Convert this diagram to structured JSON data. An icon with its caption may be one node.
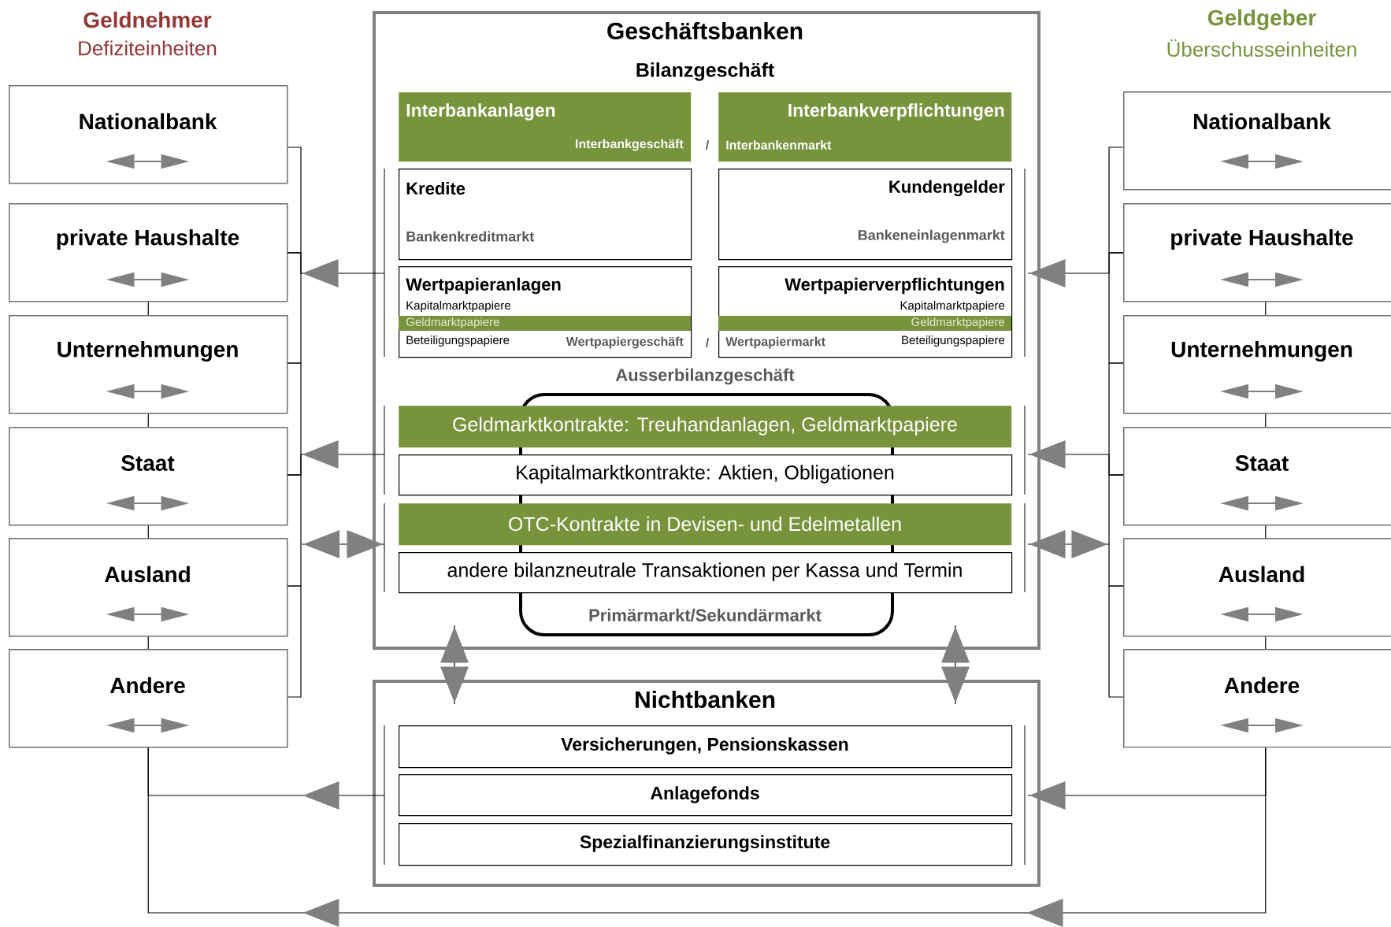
{
  "diagram": {
    "nodes": [
      {
        "text": [
          "Nationalbank"
        ]
      },
      {
        "text": [
          "private Haushalte"
        ]
      },
      {
        "text": [
          "Unternehmungen"
        ]
      },
      {
        "text": [
          "Staat"
        ]
      },
      {
        "text": [
          "Ausland"
        ]
      },
      {
        "text": [
          "Andere"
        ]
      },
      {
        "text": [
          "Geschäftsbanken",
          "Bilanzgeschäft"
        ]
      },
      {
        "text": [
          "Interbankanlagen",
          "Interbankgeschäft"
        ],
        "in": 6
      },
      {
        "text": [
          "Interbankverpflichtungen",
          "Interbankenmarkt"
        ],
        "in": 6
      },
      {
        "text": [
          "Kredite",
          "Bankenkreditmarkt"
        ],
        "in": 6
      },
      {
        "text": [
          "Kundengelder",
          "Bankeneinlagenmarkt"
        ],
        "in": 6
      },
      {
        "text": [
          "Wertpapieranlagen",
          "Kapitalmarktpapiere",
          "Geldmarktpapiere",
          "Beteiligungspapiere",
          "Wertpapiergeschäft"
        ],
        "in": 6
      },
      {
        "text": [
          "Wertpapierverpflichtungen",
          "Kapitalmarktpapiere",
          "Geldmarktpapiere",
          "Wertpapiermarkt",
          "Beteiligungspapiere"
        ],
        "in": 6
      },
      {
        "text": [
          "Ausserbilanzgeschäft",
          "Primärmarkt/Sekundärmarkt"
        ],
        "in": 6
      },
      {
        "text": [
          "Geldmarktkontrakte: Treuhandanlagen, Geldmarktpapiere"
        ],
        "in": 6
      },
      {
        "text": [
          "Kapitalmarktkontrakte: Aktien, Obligationen"
        ],
        "in": 6
      },
      {
        "text": [
          "OTC-Kontrakte in Devisen- und Edelmetallen"
        ],
        "in": 6
      },
      {
        "text": [
          "andere bilanzneutrale Transaktionen per Kassa und Termin"
        ],
        "in": 6
      },
      {
        "text": [
          "Nichtbanken"
        ]
      },
      {
        "text": [
          "Versicherungen, Pensionskassen"
        ],
        "in": 18
      },
      {
        "text": [
          "Anlagefonds"
        ],
        "in": 18
      },
      {
        "text": [
          "Spezialfinanzierungsinstitute"
        ],
        "in": 18
      },
      {
        "text": [
          "Nationalbank"
        ]
      },
      {
        "text": [
          "private Haushalte"
        ]
      },
      {
        "text": [
          "Unternehmungen"
        ]
      },
      {
        "text": [
          "Staat"
        ]
      },
      {
        "text": [
          "Ausland"
        ]
      },
      {
        "text": [
          "Andere"
        ]
      }
    ],
    "edges": [
      {
        "from": 6,
        "to": 1,
        "arrow": "to"
      },
      {
        "from": 6,
        "to": 3,
        "arrow": "to"
      },
      {
        "from": 6,
        "to": 4,
        "arrow": "both"
      },
      {
        "from": 18,
        "to": 5,
        "arrow": "to"
      },
      {
        "from": 23,
        "to": 6,
        "arrow": "to"
      },
      {
        "from": 25,
        "to": 6,
        "arrow": "to"
      },
      {
        "from": 26,
        "to": 6,
        "arrow": "both"
      },
      {
        "from": 27,
        "to": 18,
        "arrow": "to"
      },
      {
        "from": 27,
        "to": 5,
        "arrow": "to"
      },
      {
        "from": 6,
        "to": 18,
        "arrow": "both"
      },
      {
        "from": 6,
        "to": 18,
        "arrow": "both"
      },
      {
        "from": 0,
        "to": 1,
        "arrow": "none"
      },
      {
        "from": 1,
        "to": 2,
        "arrow": "none"
      },
      {
        "from": 2,
        "to": 3,
        "arrow": "none"
      },
      {
        "from": 3,
        "to": 4,
        "arrow": "none"
      },
      {
        "from": 4,
        "to": 5,
        "arrow": "none"
      },
      {
        "from": 1,
        "to": 2,
        "arrow": "none"
      },
      {
        "from": 2,
        "to": 3,
        "arrow": "none"
      },
      {
        "from": 3,
        "to": 4,
        "arrow": "none"
      },
      {
        "from": 4,
        "to": 5,
        "arrow": "none"
      },
      {
        "from": 22,
        "to": 23,
        "arrow": "none"
      },
      {
        "from": 23,
        "to": 24,
        "arrow": "none"
      },
      {
        "from": 24,
        "to": 25,
        "arrow": "none"
      },
      {
        "from": 25,
        "to": 26,
        "arrow": "none"
      },
      {
        "from": 26,
        "to": 27,
        "arrow": "none"
      },
      {
        "from": 23,
        "to": 24,
        "arrow": "none"
      },
      {
        "from": 24,
        "to": 25,
        "arrow": "none"
      },
      {
        "from": 25,
        "to": 26,
        "arrow": "none"
      },
      {
        "from": 26,
        "to": 27,
        "arrow": "none"
      }
    ],
    "labels": [
      "Geldnehmer",
      "Defiziteinheiten",
      "Geldgeber",
      "Überschusseinheiten",
      "/",
      "/"
    ]
  }
}
